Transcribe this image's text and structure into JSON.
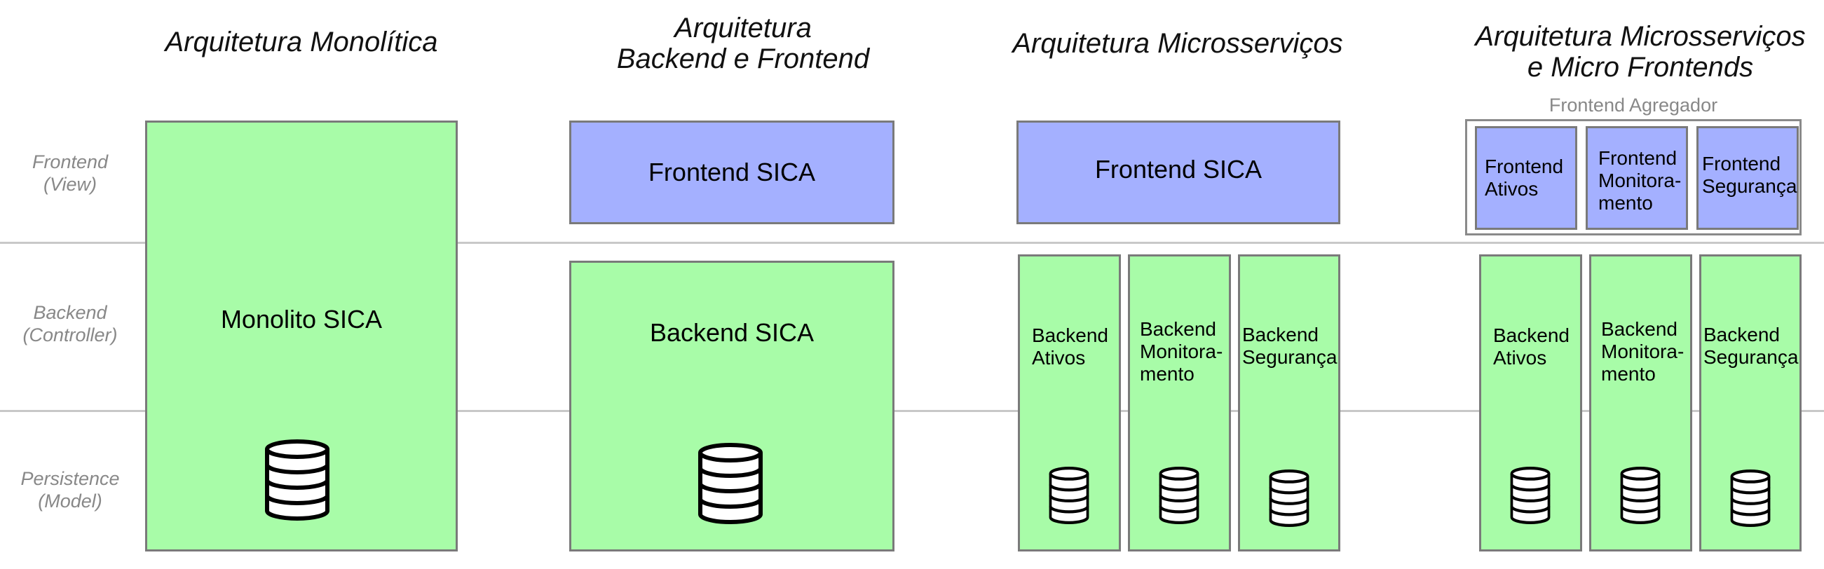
{
  "titles": {
    "monolith": "Arquitetura Monolítica",
    "backend_frontend": "Arquitetura\nBackend e Frontend",
    "microservices": "Arquitetura Microsserviços",
    "micro_frontends": "Arquitetura Microsserviços\ne Micro Frontends"
  },
  "layers": {
    "frontend": "Frontend\n(View)",
    "backend": "Backend\n(Controller)",
    "persistence": "Persistence\n(Model)"
  },
  "monolith": {
    "label": "Monolito SICA"
  },
  "backend_frontend": {
    "frontend": "Frontend SICA",
    "backend": "Backend SICA"
  },
  "microservices": {
    "frontend": "Frontend SICA",
    "backends": [
      "Backend\nAtivos",
      "Backend\nMonitora-\nmento",
      "Backend\nSegurança"
    ]
  },
  "micro_frontends": {
    "aggregator": "Frontend Agregador",
    "frontends": [
      "Frontend\nAtivos",
      "Frontend\nMonitora-\nmento",
      "Frontend\nSegurança"
    ],
    "backends": [
      "Backend\nAtivos",
      "Backend\nMonitora-\nmento",
      "Backend\nSegurança"
    ]
  },
  "colors": {
    "backend_green": "#a8fca8",
    "frontend_blue": "#a4b0ff",
    "border": "#7a7a7a",
    "layer_text": "#888888"
  },
  "icons": {
    "database": "database-icon"
  }
}
